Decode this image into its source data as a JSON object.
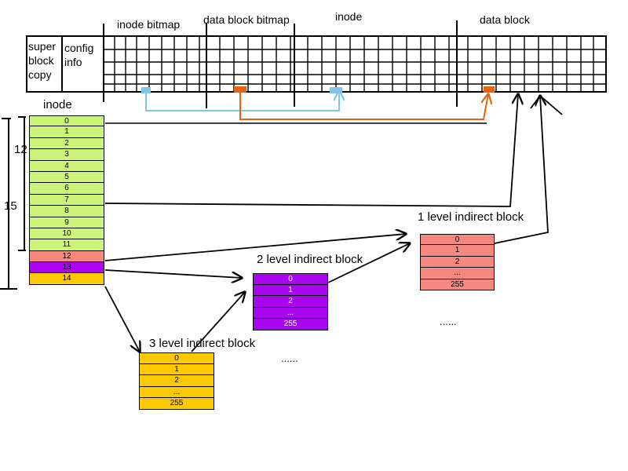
{
  "top_labels": {
    "inode_bitmap": "inode bitmap",
    "data_block_bitmap": "data block bitmap",
    "inode": "inode",
    "data_block": "data block"
  },
  "super_block": {
    "line1": "super",
    "line2": "block",
    "line3": "copy",
    "config_line1": "config",
    "config_line2": "info"
  },
  "inode_table": {
    "title": "inode",
    "count_12": "12",
    "count_15": "15",
    "entries": [
      {
        "label": "0",
        "kind": "direct"
      },
      {
        "label": "1",
        "kind": "direct"
      },
      {
        "label": "2",
        "kind": "direct"
      },
      {
        "label": "3",
        "kind": "direct"
      },
      {
        "label": "4",
        "kind": "direct"
      },
      {
        "label": "5",
        "kind": "direct"
      },
      {
        "label": "6",
        "kind": "direct"
      },
      {
        "label": "7",
        "kind": "direct"
      },
      {
        "label": "8",
        "kind": "direct"
      },
      {
        "label": "9",
        "kind": "direct"
      },
      {
        "label": "10",
        "kind": "direct"
      },
      {
        "label": "11",
        "kind": "direct"
      },
      {
        "label": "12",
        "kind": "single"
      },
      {
        "label": "13",
        "kind": "double"
      },
      {
        "label": "14",
        "kind": "triple"
      }
    ]
  },
  "level1": {
    "title": "1 level indirect block",
    "entries": [
      "0",
      "1",
      "2",
      "...",
      "255"
    ],
    "ellipsis": "......"
  },
  "level2": {
    "title": "2 level indirect block",
    "entries": [
      "0",
      "1",
      "2",
      "...",
      "255"
    ],
    "ellipsis": "......"
  },
  "level3": {
    "title": "3 level indirect block",
    "entries": [
      "0",
      "1",
      "2",
      "...",
      "255"
    ]
  },
  "colors": {
    "direct": "#ccf47a",
    "single": "#f78880",
    "double": "#aa05f0",
    "triple": "#fbca05",
    "bitmap_blue": "#7ec6ec",
    "bitmap_orange": "#e8630a"
  }
}
